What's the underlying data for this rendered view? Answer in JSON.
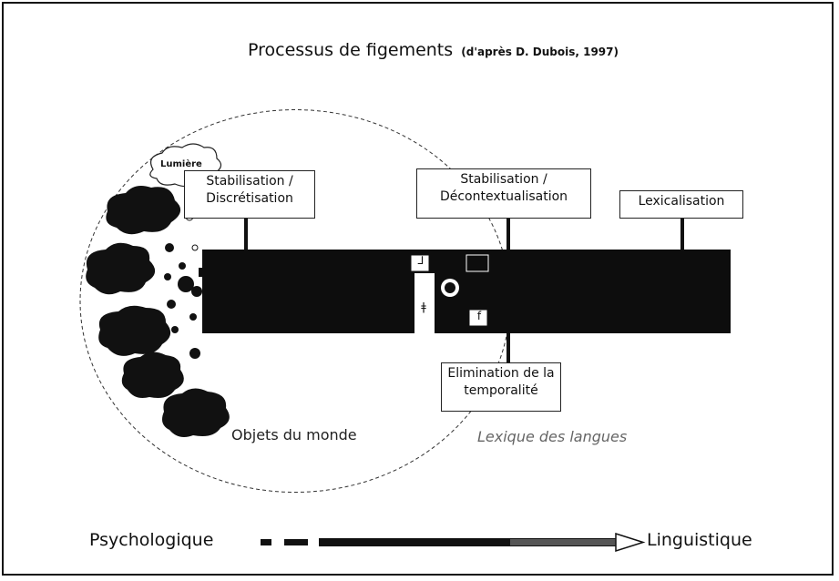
{
  "title": {
    "main": "Processus de figements",
    "source": "(d'après D. Dubois, 1997)"
  },
  "cloud_label": "Lumière",
  "stages": [
    {
      "text": "Stabilisation / Discrétisation"
    },
    {
      "text": "Stabilisation / Décontextualisation"
    },
    {
      "text": "Lexicalisation"
    }
  ],
  "below_stage": "Elimination de la temporalité",
  "captions": {
    "left": "Objets du monde",
    "right": "Lexique des langues"
  },
  "axis": {
    "left": "Psychologique",
    "right": "Linguistique"
  },
  "glyphs": {
    "square_top": "⅃",
    "square_bottom": "f",
    "mark_left": "ǂ"
  }
}
